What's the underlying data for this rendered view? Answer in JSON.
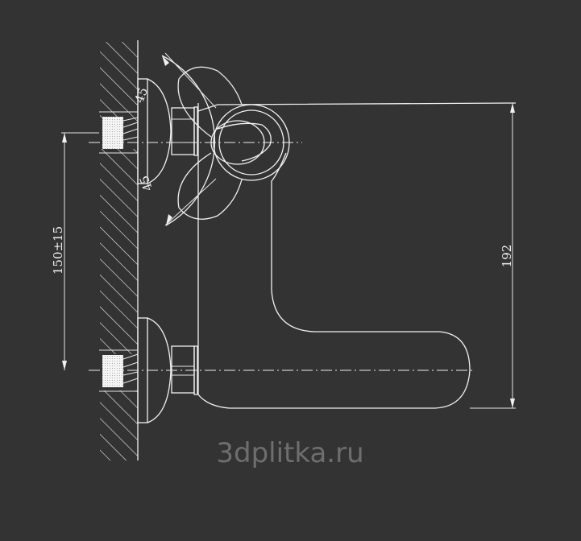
{
  "drawing": {
    "dimensions": {
      "height": "192",
      "inlet_spacing": "150±15",
      "angle_upper": "45",
      "angle_lower": "45"
    },
    "watermark": "3dplitka.ru",
    "colors": {
      "background": "#333333",
      "lines": "#f2f2f2",
      "watermark": "#6e6e6e"
    }
  }
}
